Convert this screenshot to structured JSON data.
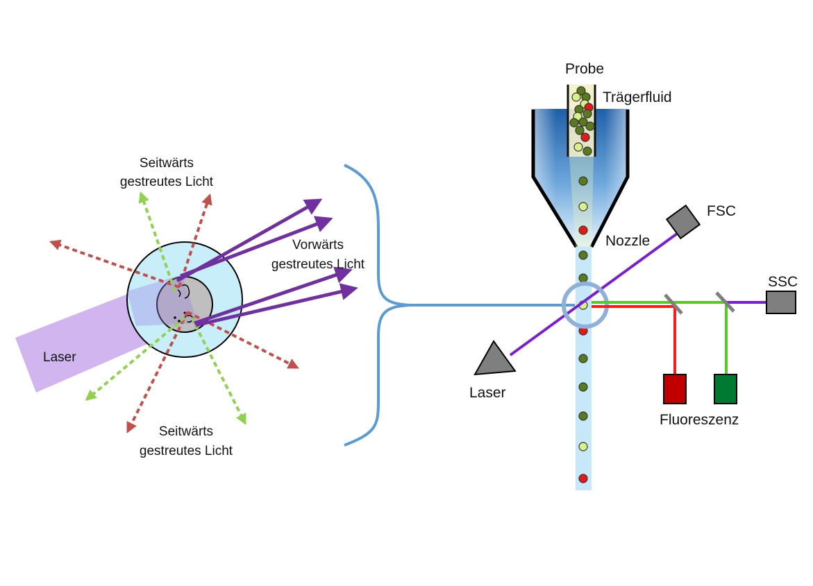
{
  "left_panel": {
    "side_scatter_top": [
      "Seitwärts",
      "gestreutes Licht"
    ],
    "side_scatter_bottom": [
      "Seitwärts",
      "gestreutes Licht"
    ],
    "forward_scatter": [
      "Vorwärts",
      "gestreutes Licht"
    ],
    "laser": "Laser"
  },
  "right_panel": {
    "sample": "Probe",
    "carrier_fluid": "Trägerfluid",
    "nozzle": "Nozzle",
    "fsc": "FSC",
    "ssc": "SSC",
    "laser": "Laser",
    "fluorescence": "Fluoreszenz"
  },
  "colors": {
    "laser_beam": "#c8a8ec",
    "laser_line": "#7a1fcf",
    "forward_arrow": "#7030a0",
    "scatter_red": "#c0504d",
    "scatter_green": "#92d050",
    "cell_outer": "#c8eefa",
    "cell_nucleus": "#bfbfbf",
    "stream": "#c6e8f8",
    "brace": "#5b9bd5",
    "particle_dark": "#5a7a1e",
    "particle_light": "#d8f08a",
    "particle_red": "#e41a1a",
    "detector_gray": "#7f7f7f",
    "detector_red": "#c00000",
    "detector_green": "#007a33"
  }
}
